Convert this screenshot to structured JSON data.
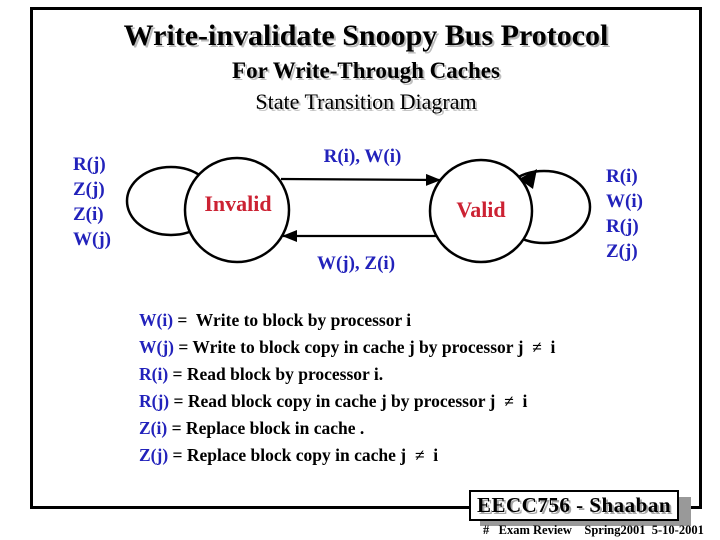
{
  "slide": {
    "title": "Write-invalidate Snoopy Bus Protocol",
    "subtitle": "For Write-Through Caches",
    "subheading": "State Transition Diagram"
  },
  "diagram": {
    "states": [
      {
        "label": "Invalid"
      },
      {
        "label": "Valid"
      }
    ],
    "invalid_self_loop_labels": [
      "R(j)",
      "Z(j)",
      "Z(i)",
      "W(j)"
    ],
    "valid_self_loop_labels": [
      "R(i)",
      "W(i)",
      "R(j)",
      "Z(j)"
    ],
    "invalid_to_valid_label": "R(i), W(i)",
    "valid_to_invalid_label": "W(j), Z(i)"
  },
  "legend": {
    "items": [
      {
        "term": "W(i)",
        "rest": " =  Write to block by processor i"
      },
      {
        "term": "W(j)",
        "rest": " = Write to block copy in cache j by processor j  ≠  i"
      },
      {
        "term": "R(i)",
        "rest": " = Read block by processor i."
      },
      {
        "term": "R(j)",
        "rest": " = Read block copy in cache j by processor j  ≠  i"
      },
      {
        "term": "Z(i)",
        "rest": " = Replace block in cache ."
      },
      {
        "term": "Z(j)",
        "rest": " = Replace block copy in cache j  ≠  i"
      }
    ]
  },
  "footer": {
    "course": "EECC756 - Shaaban",
    "note": "#   Exam Review    Spring2001  5-10-2001"
  },
  "colors": {
    "label_blue": "#2222bb",
    "state_red": "#cc2233",
    "shadow_gray": "#999999",
    "border_black": "#000000"
  }
}
